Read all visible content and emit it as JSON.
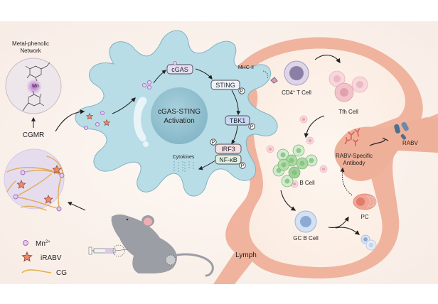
{
  "figure": {
    "type": "schematic",
    "background_color": "#fbf1ec"
  },
  "left_panel": {
    "mpn_title_line1": "Metal-phenolic",
    "mpn_title_line2": "Network",
    "mpn_center_label": "Mn",
    "cgmr_label": "CGMR"
  },
  "legend": {
    "items": [
      {
        "symbol": "purple-circle",
        "label": "Mn",
        "superscript": "2+",
        "color": "#c79ad6"
      },
      {
        "symbol": "orange-star",
        "label": "iRABV",
        "color": "#e8805f"
      },
      {
        "symbol": "yellow-curve",
        "label": "CG",
        "color": "#e3b14d"
      }
    ]
  },
  "dendritic_cell": {
    "center_label_line1": "cGAS-STING",
    "center_label_line2": "Activation",
    "color": "#b9dce6",
    "pathway": [
      {
        "name": "cGAS",
        "color": "#e6dcee",
        "phospho": false
      },
      {
        "name": "STING",
        "color": "#eef2f6",
        "phospho": true
      },
      {
        "name": "TBK1",
        "color": "#c8d8f0",
        "phospho": true
      },
      {
        "name": "IRF3",
        "color": "#f7dede",
        "phospho": true
      },
      {
        "name": "NF-κB",
        "color": "#e3eedd",
        "phospho": true
      }
    ],
    "phospho_label": "P",
    "cytokines_label": "Cytokines"
  },
  "lymph_node": {
    "label": "Lymph",
    "color": "#efb7a3",
    "mhc_label": "MHC-II",
    "cells": {
      "cd4": {
        "label": "CD4",
        "superscript": "+",
        "suffix": " T Cell"
      },
      "tfh": {
        "label": "Tfh Cell"
      },
      "bcell": {
        "label": "B Cell"
      },
      "gcb": {
        "label": "GC B Cell"
      },
      "pc": {
        "label": "PC"
      }
    },
    "antibody_label_line1": "RABV-Specific",
    "antibody_label_line2": "Antibody",
    "rabv_label": "RABV"
  }
}
